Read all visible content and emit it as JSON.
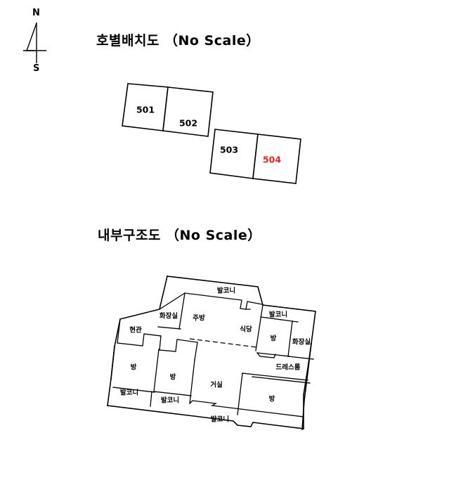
{
  "document": {
    "background_color": "#ffffff",
    "line_color": "#000000",
    "highlight_color": "#ff1a1a"
  },
  "compass": {
    "north_label": "N",
    "south_label": "S"
  },
  "site_plan": {
    "title": "호별배치도 （No Scale）",
    "units": [
      {
        "number": "501",
        "highlighted": false
      },
      {
        "number": "502",
        "highlighted": false
      },
      {
        "number": "503",
        "highlighted": false
      },
      {
        "number": "504",
        "highlighted": true
      }
    ]
  },
  "floor_plan": {
    "title": "내부구조도 （No Scale）",
    "rooms": [
      {
        "id": "balcony-top",
        "label": "발코니"
      },
      {
        "id": "bathroom-top",
        "label": "화장실"
      },
      {
        "id": "kitchen",
        "label": "주방"
      },
      {
        "id": "dining",
        "label": "식당"
      },
      {
        "id": "balcony-upper-right",
        "label": "발코니"
      },
      {
        "id": "room-upper-right",
        "label": "방"
      },
      {
        "id": "bathroom-right",
        "label": "화장실"
      },
      {
        "id": "entrance",
        "label": "현관"
      },
      {
        "id": "dressing-room",
        "label": "드레스룸"
      },
      {
        "id": "room-left",
        "label": "방"
      },
      {
        "id": "room-mid-left",
        "label": "방"
      },
      {
        "id": "living-room",
        "label": "거실"
      },
      {
        "id": "room-lower-right",
        "label": "방"
      },
      {
        "id": "balcony-left",
        "label": "발코니"
      },
      {
        "id": "balcony-mid-left",
        "label": "발코니"
      },
      {
        "id": "balcony-bottom",
        "label": "발코니"
      }
    ]
  }
}
